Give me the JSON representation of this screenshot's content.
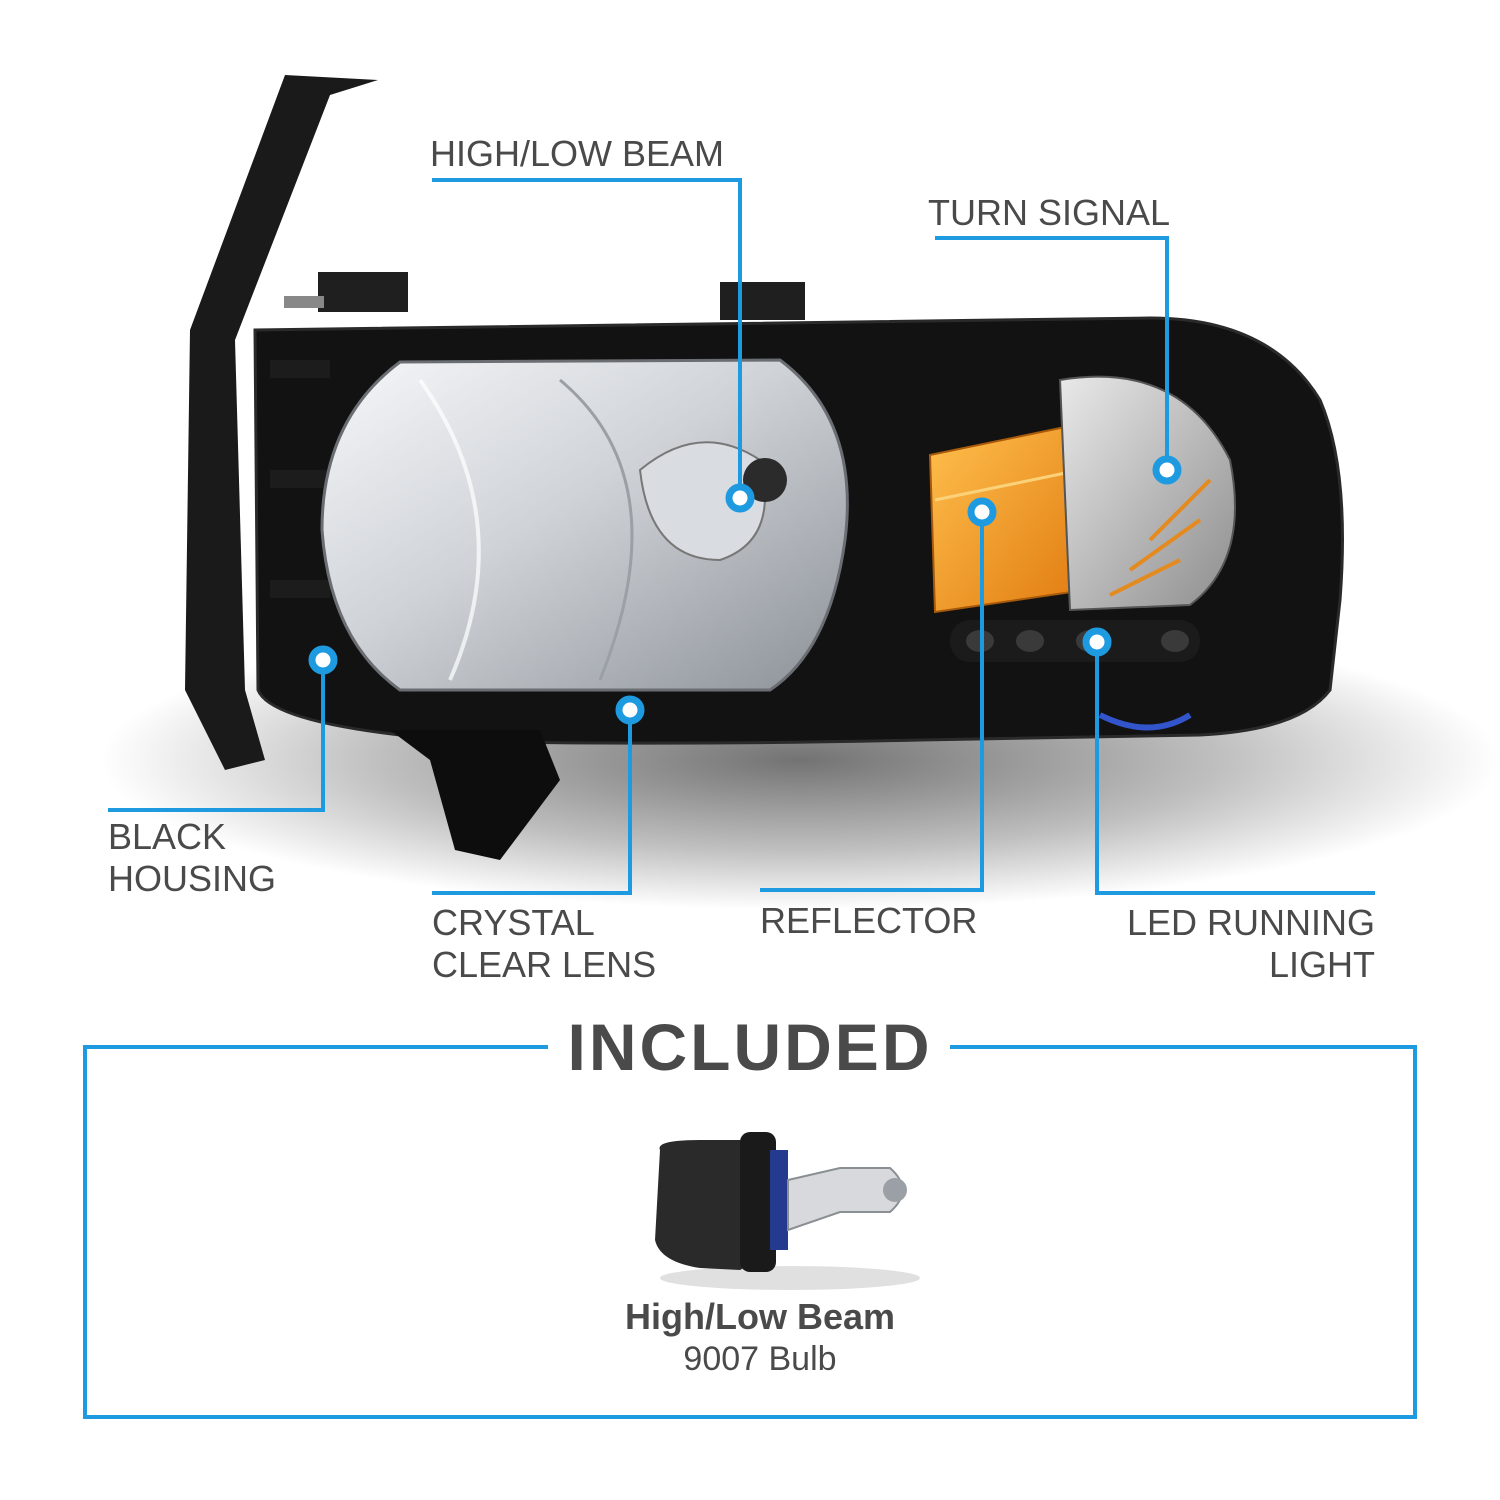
{
  "callouts": {
    "high_low_beam": [
      "HIGH/LOW BEAM"
    ],
    "turn_signal": [
      "TURN SIGNAL"
    ],
    "black_housing": [
      "BLACK",
      "HOUSING"
    ],
    "crystal_clear_lens": [
      "CRYSTAL",
      "CLEAR LENS"
    ],
    "reflector": [
      "REFLECTOR"
    ],
    "led_running_light": [
      "LED RUNNING",
      "LIGHT"
    ]
  },
  "included": {
    "title": "INCLUDED",
    "item_name": "High/Low Beam",
    "item_type": "9007 Bulb"
  },
  "colors": {
    "accent": "#1e9be0",
    "text": "#4a4a4a",
    "housing": "#141414",
    "amber": "#f5a623"
  }
}
